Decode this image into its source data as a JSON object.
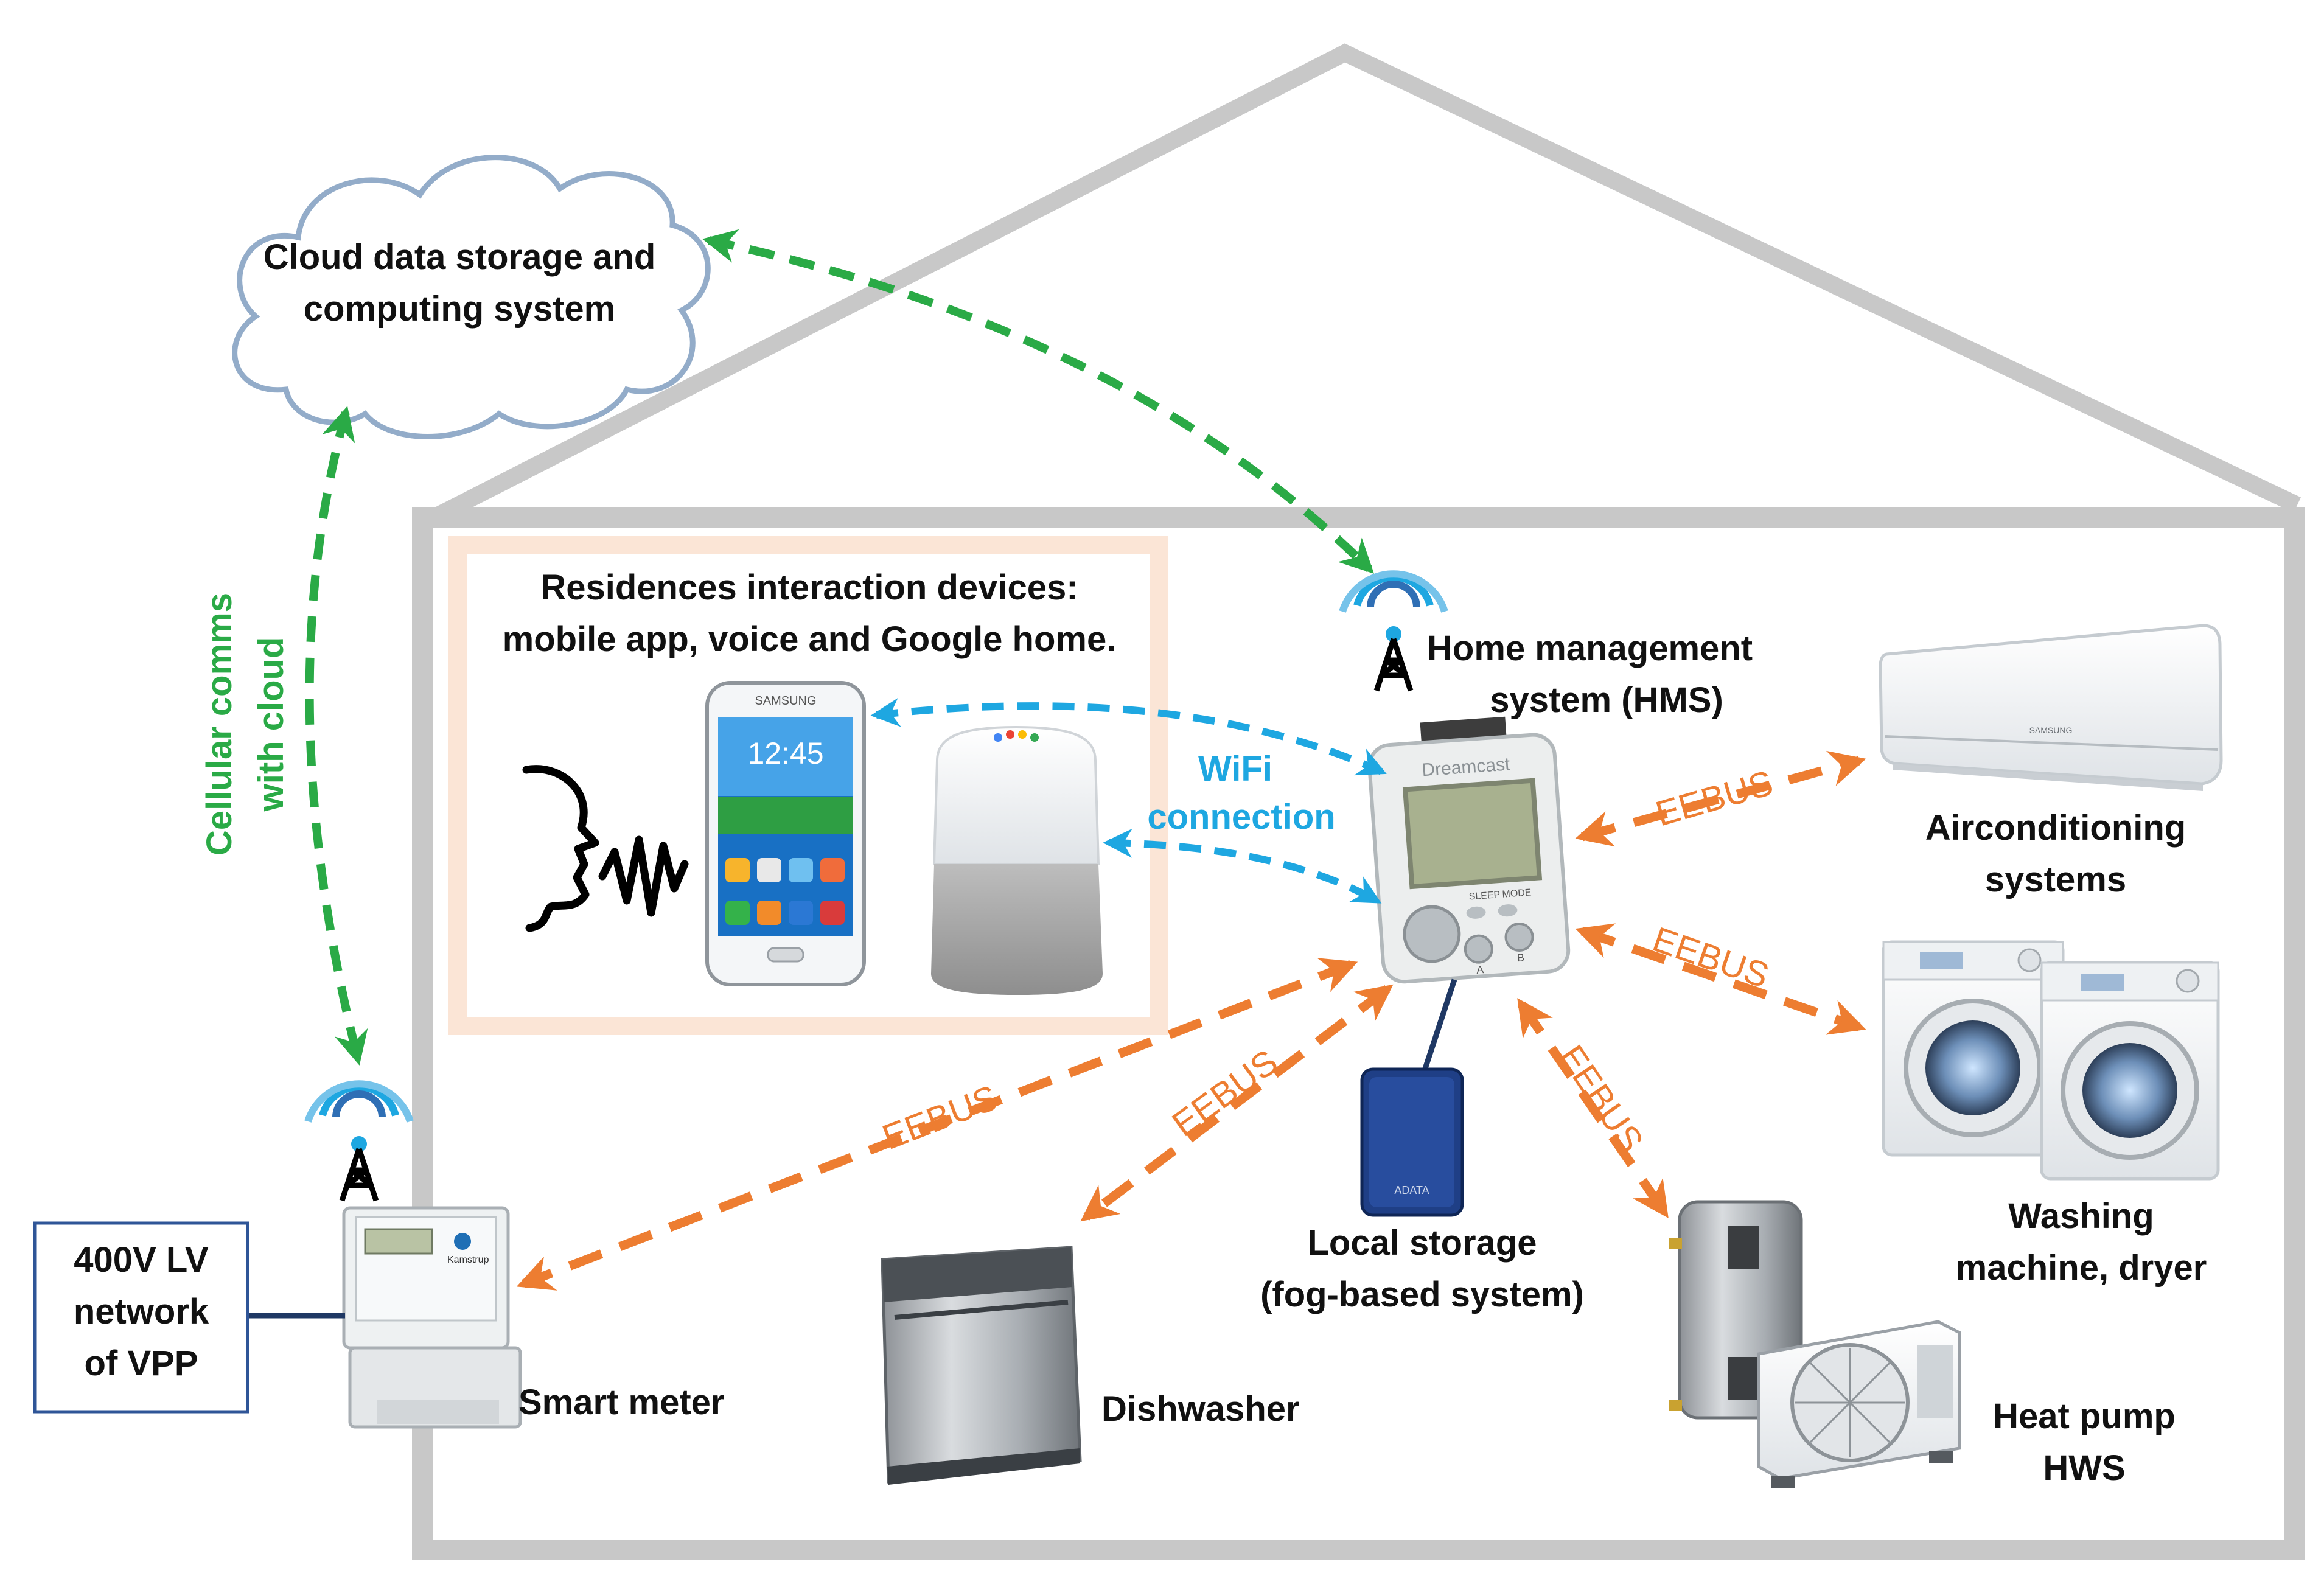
{
  "labels": {
    "cloud": [
      "Cloud data storage and",
      "computing system"
    ],
    "interaction": [
      "Residences interaction devices:",
      "mobile app, voice and Google home."
    ],
    "hms": [
      "Home management",
      "system (HMS)"
    ],
    "aircon": [
      "Airconditioning",
      "systems"
    ],
    "washing": [
      "Washing",
      "machine, dryer"
    ],
    "heatpump": [
      "Heat pump",
      "HWS"
    ],
    "local_storage": [
      "Local storage",
      "(fog-based system)"
    ],
    "dishwasher": "Dishwasher",
    "smart_meter": "Smart meter",
    "lv_network": [
      "400V LV",
      "network",
      "of VPP"
    ]
  },
  "links": {
    "eebus": "EEBUS",
    "wifi": [
      "WiFi",
      "connection"
    ],
    "cellular": [
      "Cellular comms",
      "with cloud"
    ]
  },
  "device_text": {
    "phone_brand": "SAMSUNG",
    "phone_time": "12:45",
    "vmu_brand": "Dreamcast",
    "vmu_sleep": "SLEEP",
    "vmu_mode": "MODE",
    "vmu_a": "A",
    "vmu_b": "B",
    "storage_brand": "ADATA",
    "meter_brand": "Kamstrup",
    "ac_brand": "SAMSUNG"
  },
  "colors": {
    "house": "#c8c8c8",
    "eebus": "#ed7d31",
    "wifi": "#1ea7e1",
    "cellular": "#2aaa46",
    "cloud_stroke": "#93acc9",
    "lv_box_stroke": "#2f5597",
    "connector": "#1f3864",
    "interaction_box": "#fbe5d6"
  },
  "icons": [
    "cloud-icon",
    "antenna-icon",
    "voice-icon",
    "smartphone-icon",
    "smart-speaker-icon",
    "hms-controller-icon",
    "air-conditioner-icon",
    "washing-machine-icon",
    "dryer-icon",
    "heat-pump-icon",
    "water-tank-icon",
    "hard-drive-icon",
    "dishwasher-icon",
    "smart-meter-icon"
  ]
}
